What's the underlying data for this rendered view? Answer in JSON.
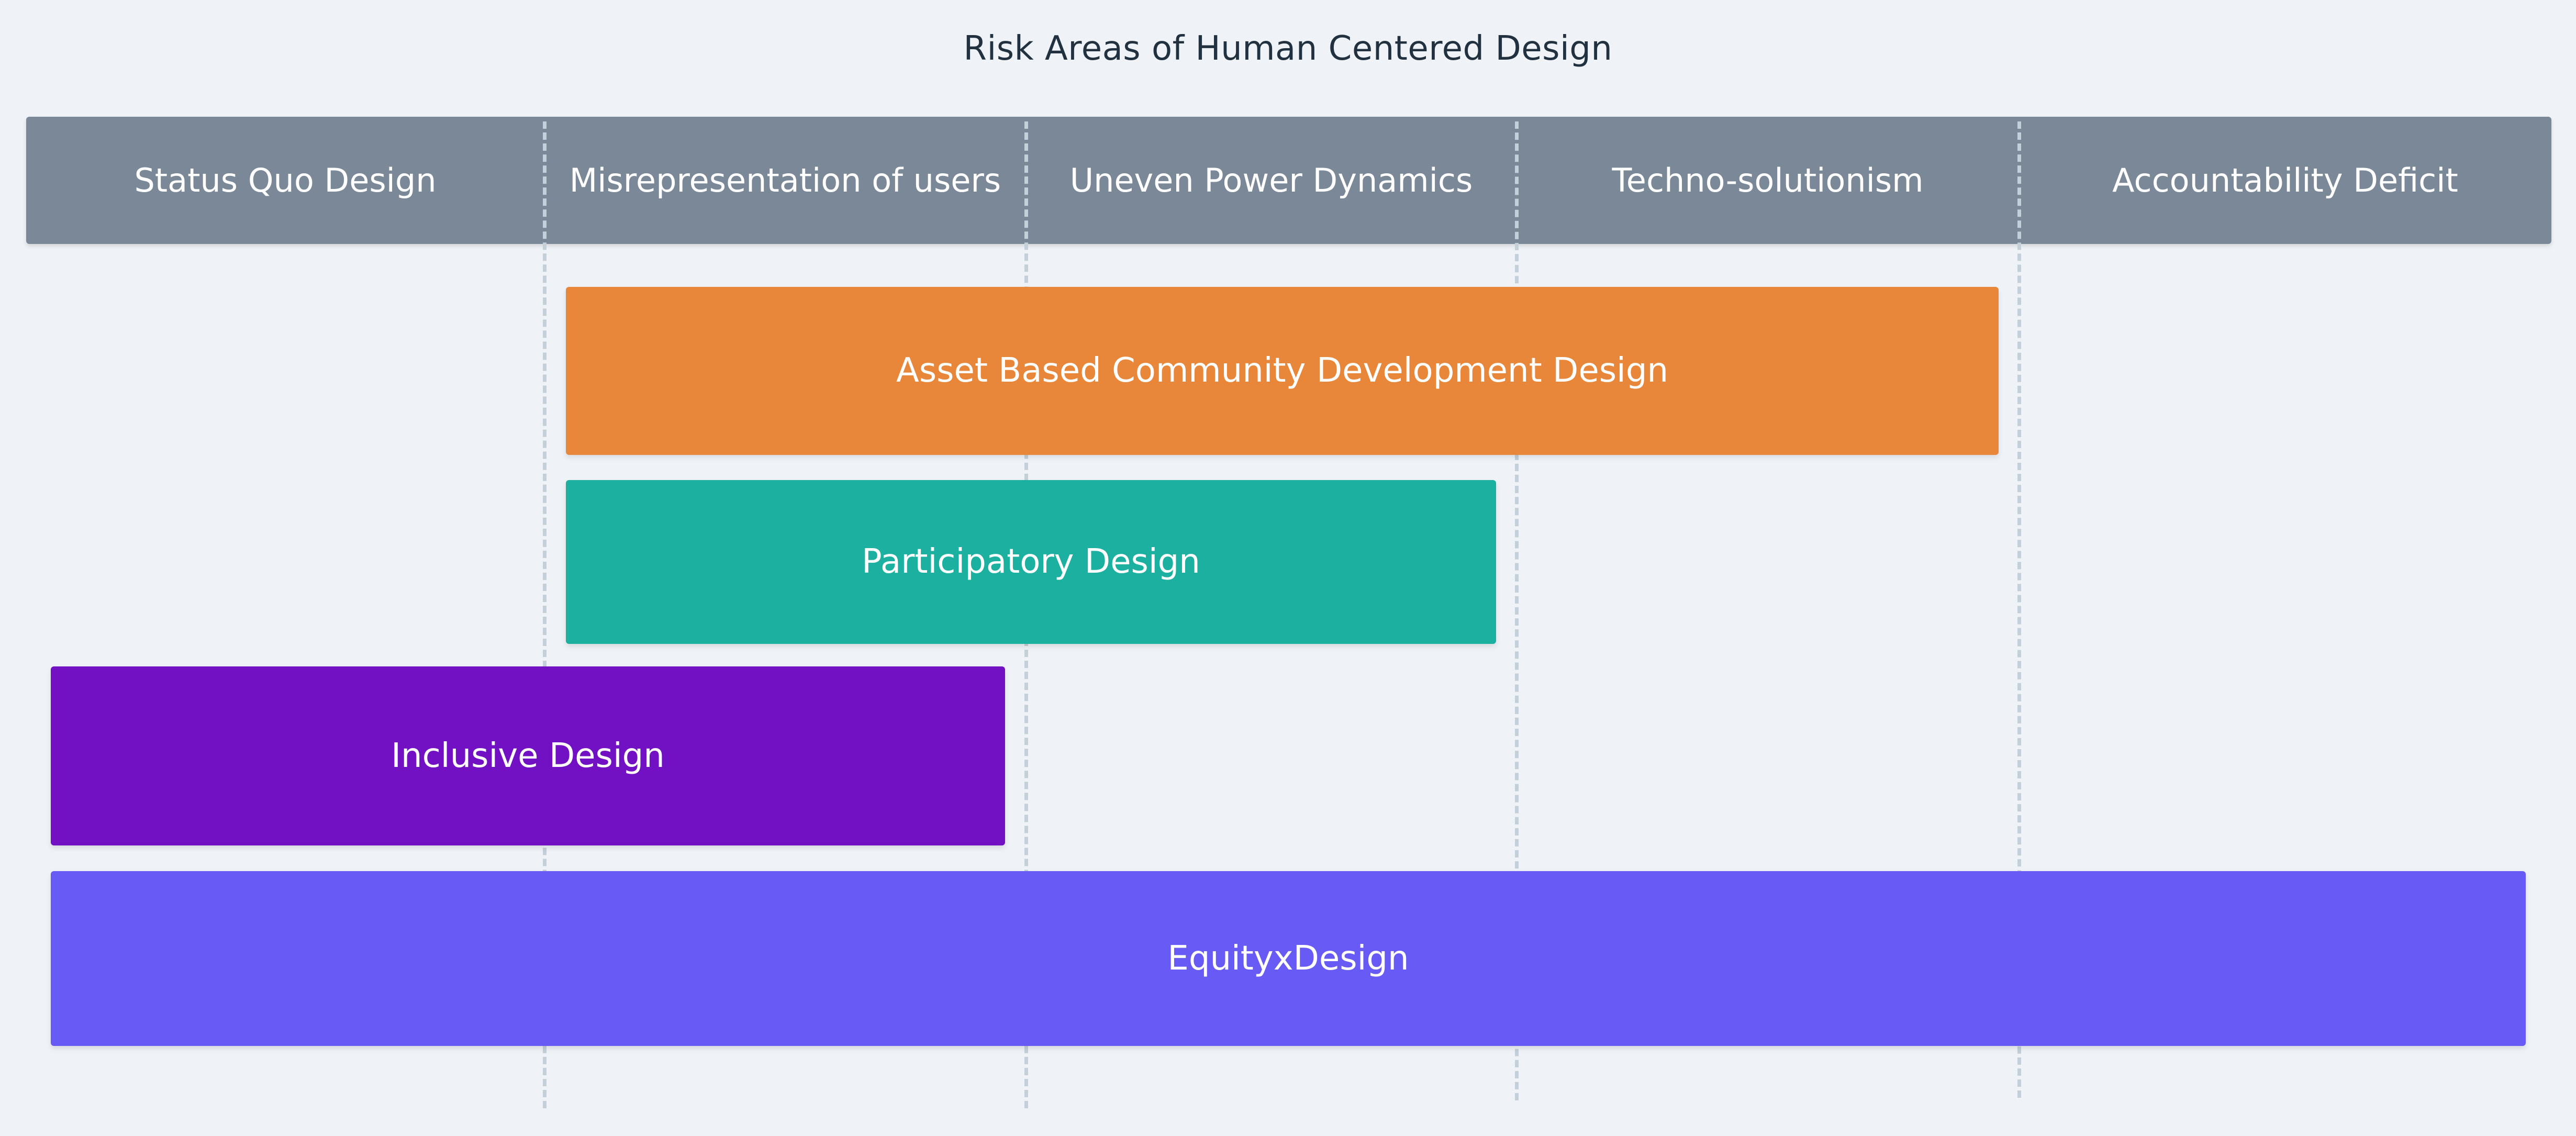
{
  "title": "Risk Areas of Human Centered Design",
  "columns": [
    "Status Quo Design",
    "Misrepresentation of users",
    "Uneven Power Dynamics",
    "Techno-solutionism",
    "Accountability Deficit"
  ],
  "bars": [
    {
      "label": "Asset Based Community Development Design",
      "color": "#e8863a",
      "covers": [
        "Misrepresentation of users",
        "Uneven Power Dynamics",
        "Techno-solutionism"
      ]
    },
    {
      "label": "Participatory Design",
      "color": "#1bb09f",
      "covers": [
        "Misrepresentation of users",
        "Uneven Power Dynamics"
      ]
    },
    {
      "label": "Inclusive Design",
      "color": "#7211c4",
      "covers": [
        "Status Quo Design",
        "Misrepresentation of users"
      ]
    },
    {
      "label": "EquityxDesign",
      "color": "#685bf5",
      "covers": [
        "Status Quo Design",
        "Misrepresentation of users",
        "Uneven Power Dynamics",
        "Techno-solutionism",
        "Accountability Deficit"
      ]
    }
  ],
  "colors": {
    "header": "#7a8898",
    "background": "#eff3f7",
    "divider": "#c3cfd9"
  }
}
